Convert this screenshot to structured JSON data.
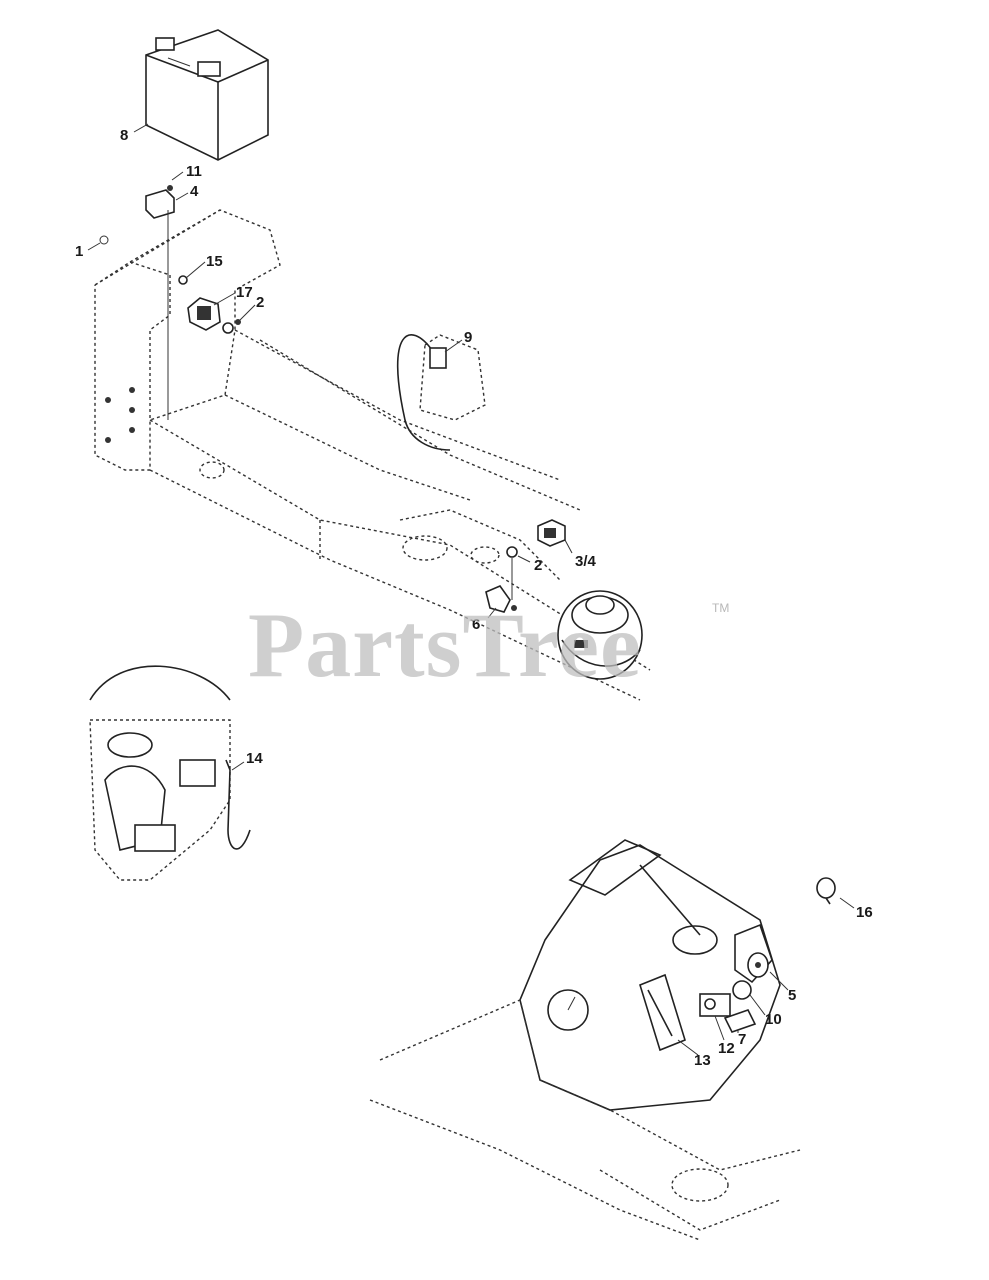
{
  "watermark": {
    "text": "PartsTree",
    "trademark": "TM"
  },
  "callouts": {
    "c1": "1",
    "c2a": "2",
    "c2b": "2",
    "c34": "3/4",
    "c4": "4",
    "c5": "5",
    "c6": "6",
    "c7": "7",
    "c8": "8",
    "c9": "9",
    "c10": "10",
    "c11": "11",
    "c12": "12",
    "c13": "13",
    "c14": "14",
    "c15": "15",
    "c16": "16",
    "c17": "17"
  }
}
